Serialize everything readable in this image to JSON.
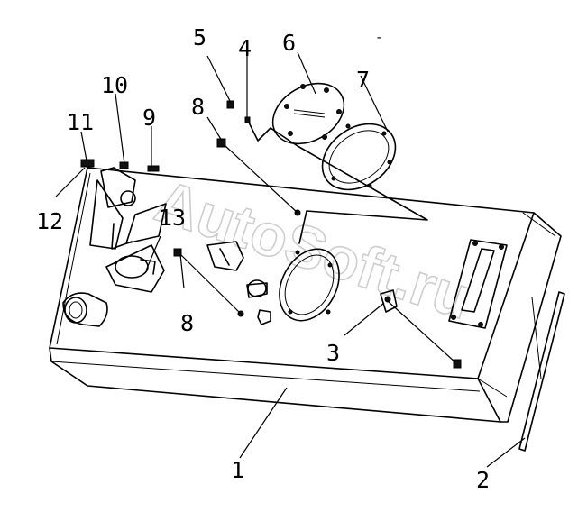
{
  "callouts": [
    {
      "id": "1",
      "label": "1"
    },
    {
      "id": "2",
      "label": "2"
    },
    {
      "id": "3",
      "label": "3"
    },
    {
      "id": "4",
      "label": "4"
    },
    {
      "id": "5",
      "label": "5"
    },
    {
      "id": "6",
      "label": "6"
    },
    {
      "id": "7",
      "label": "7"
    },
    {
      "id": "8a",
      "label": "8"
    },
    {
      "id": "8b",
      "label": "8"
    },
    {
      "id": "9",
      "label": "9"
    },
    {
      "id": "10",
      "label": "10"
    },
    {
      "id": "11",
      "label": "11"
    },
    {
      "id": "12",
      "label": "12"
    },
    {
      "id": "13",
      "label": "13"
    }
  ],
  "watermark": "AutoSoft.ru",
  "stray_mark": "-",
  "colors": {
    "line": "#000000",
    "watermark": "#c9c9c9",
    "background": "#ffffff"
  }
}
